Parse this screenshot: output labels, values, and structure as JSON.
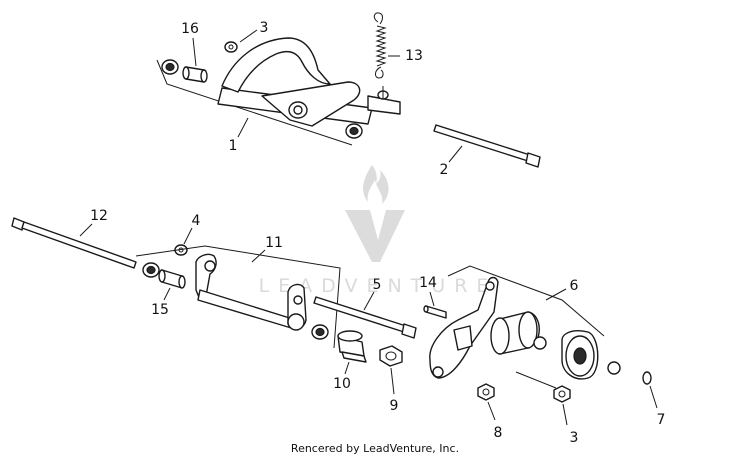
{
  "callouts": [
    "1",
    "2",
    "3",
    "3",
    "4",
    "5",
    "6",
    "7",
    "8",
    "9",
    "10",
    "11",
    "12",
    "13",
    "14",
    "15",
    "16"
  ],
  "watermark_text": "LEADVENTURE",
  "footer_credit": "Rencered by LeadVenture, Inc."
}
